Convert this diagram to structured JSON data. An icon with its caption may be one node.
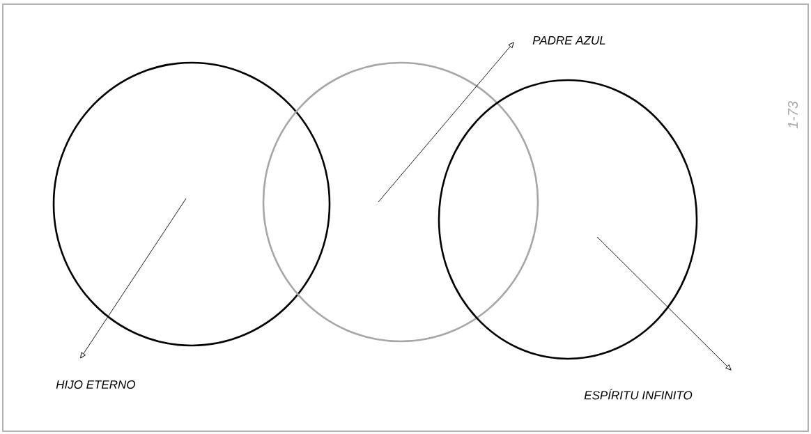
{
  "diagram": {
    "nodes": [
      {
        "text": [],
        "shape": "circle"
      },
      {
        "text": [],
        "shape": "circle"
      },
      {
        "text": [],
        "shape": "circle"
      },
      {
        "text": [
          "HIJO ETERNO"
        ]
      },
      {
        "text": [
          "PADRE AZUL"
        ]
      },
      {
        "text": [
          "ESPÍRITU INFINITO"
        ]
      }
    ],
    "edges": [
      {
        "from": 0,
        "to": 3,
        "arrow": "to"
      },
      {
        "from": 1,
        "to": 4,
        "arrow": "to"
      },
      {
        "from": 2,
        "to": 5,
        "arrow": "to"
      }
    ],
    "labels": [
      "1-73"
    ]
  }
}
